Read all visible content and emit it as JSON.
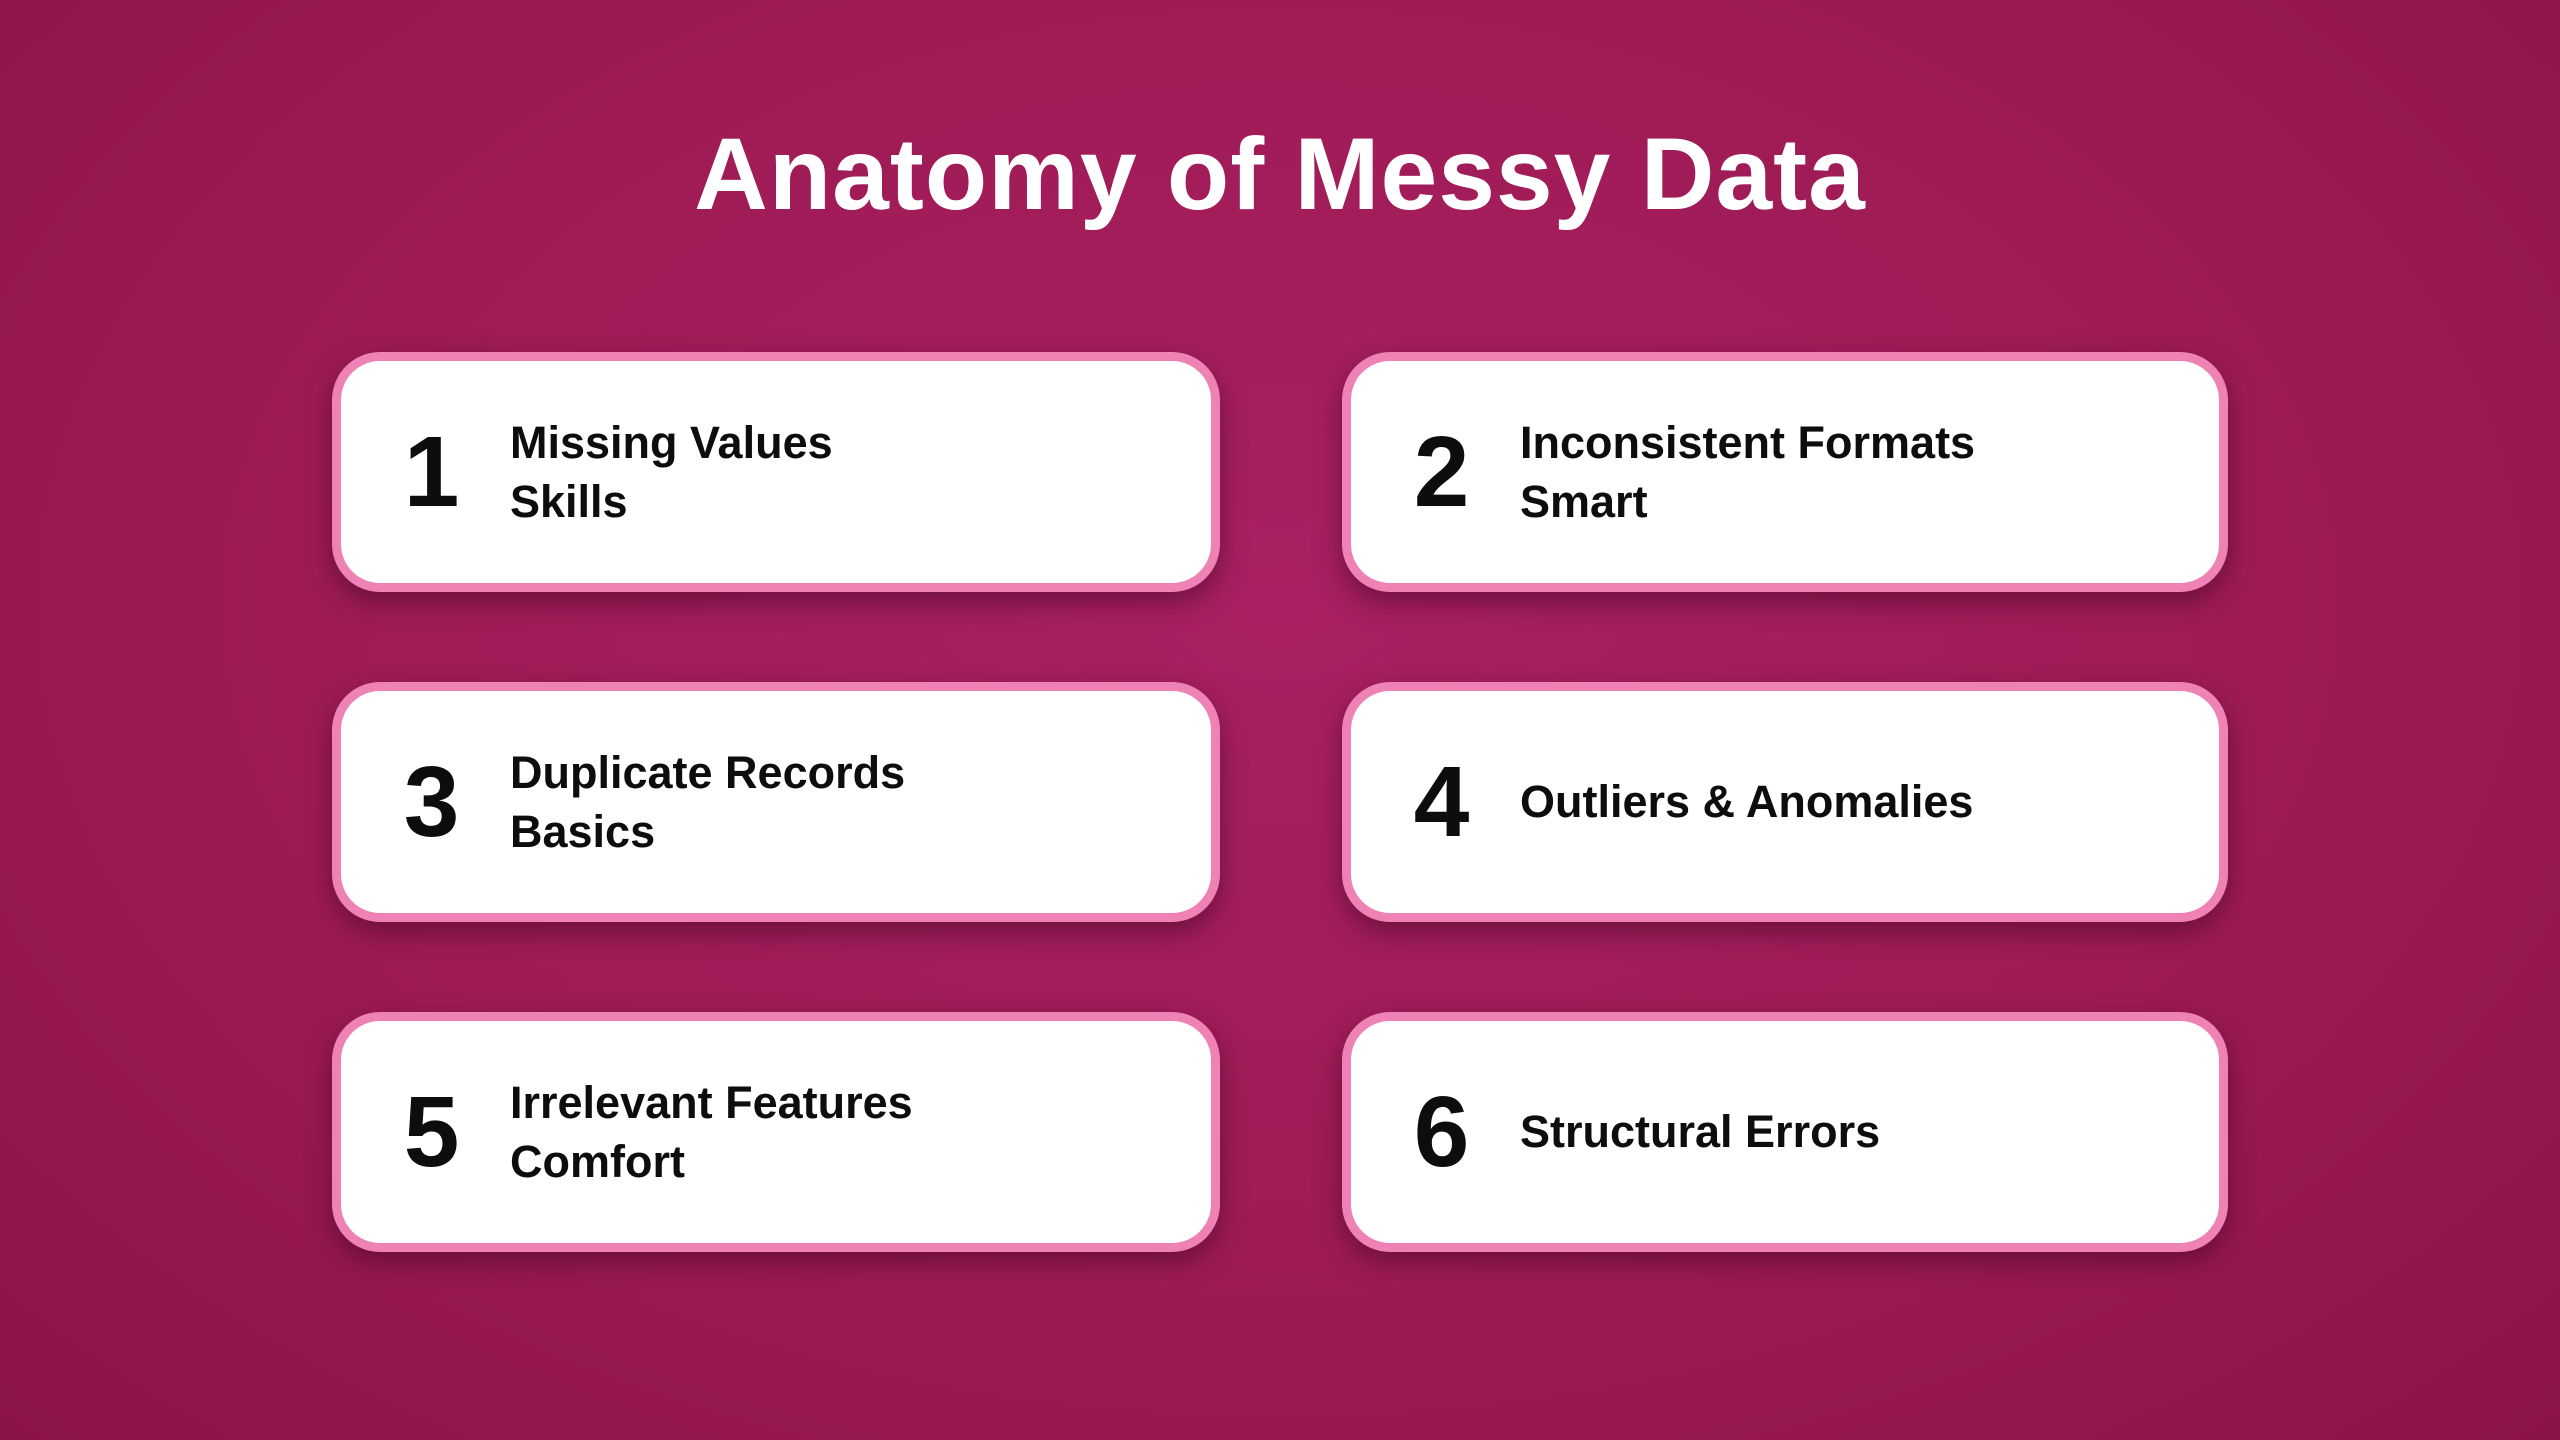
{
  "title": "Anatomy of Messy Data",
  "theme": {
    "background": "#9e1b55",
    "background_center": "#a82061",
    "background_edge": "#8c1349",
    "card_border_pink": "#ee82b4",
    "card_background": "#ffffff",
    "card_text": "#0d0d0d",
    "title_color": "#ffffff"
  },
  "cards": [
    {
      "number": "1",
      "line1": "Missing Values",
      "line2": "Skills"
    },
    {
      "number": "2",
      "line1": "Inconsistent Formats",
      "line2": "Smart"
    },
    {
      "number": "3",
      "line1": "Duplicate Records",
      "line2": "Basics"
    },
    {
      "number": "4",
      "line1": "Outliers & Anomalies",
      "line2": ""
    },
    {
      "number": "5",
      "line1": "Irrelevant Features",
      "line2": "Comfort"
    },
    {
      "number": "6",
      "line1": "Structural Errors",
      "line2": ""
    }
  ]
}
